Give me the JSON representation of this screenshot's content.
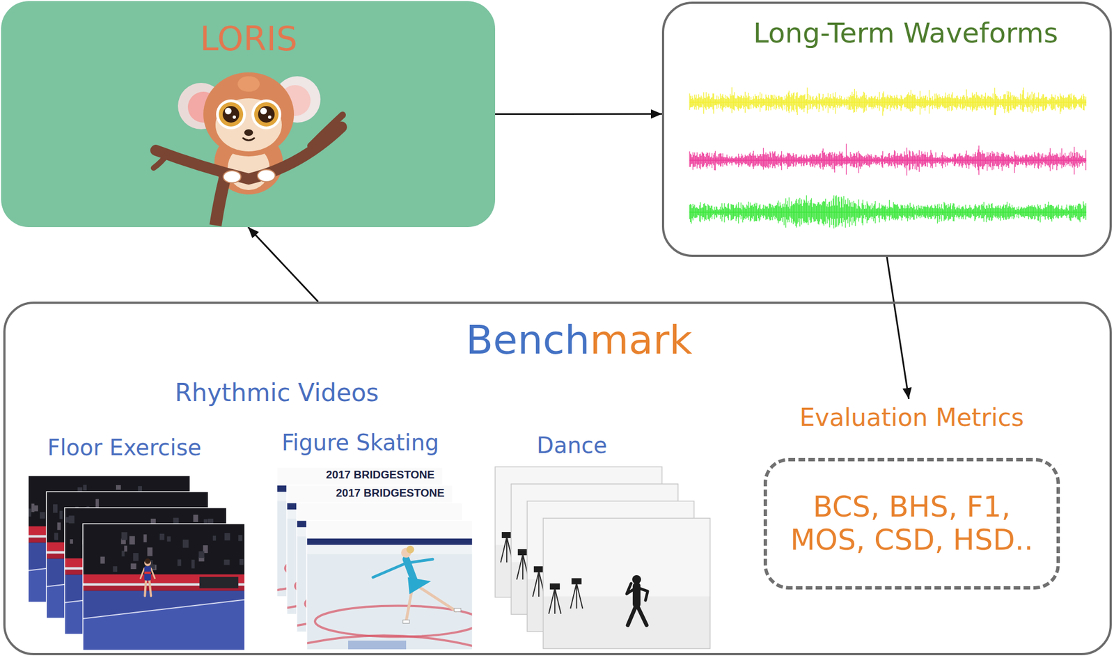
{
  "diagram": {
    "nodes": [
      {
        "text": [
          "LORIS"
        ]
      },
      {
        "text": [
          "Long-Term Waveforms"
        ]
      },
      {
        "text": [
          "Benchmark"
        ]
      },
      {
        "text": [
          "Floor Exercise"
        ],
        "in": 2
      },
      {
        "text": [
          "Figure Skating"
        ],
        "in": 2
      },
      {
        "text": [
          "Dance"
        ],
        "in": 2
      },
      {
        "text": [
          "Evaluation Metrics",
          "BCS, BHS, F1, MOS, CSD, HSD.."
        ],
        "in": 2
      }
    ],
    "edges": [
      {
        "from": 0,
        "to": 1,
        "arrow": "to"
      },
      {
        "from": 1,
        "to": 6,
        "arrow": "to"
      },
      {
        "from": 2,
        "to": 0,
        "arrow": "to"
      }
    ],
    "labels": [
      "Rhythmic Videos",
      "2017 BRIDGESTONE",
      "2017 BRIDGESTONE"
    ]
  }
}
